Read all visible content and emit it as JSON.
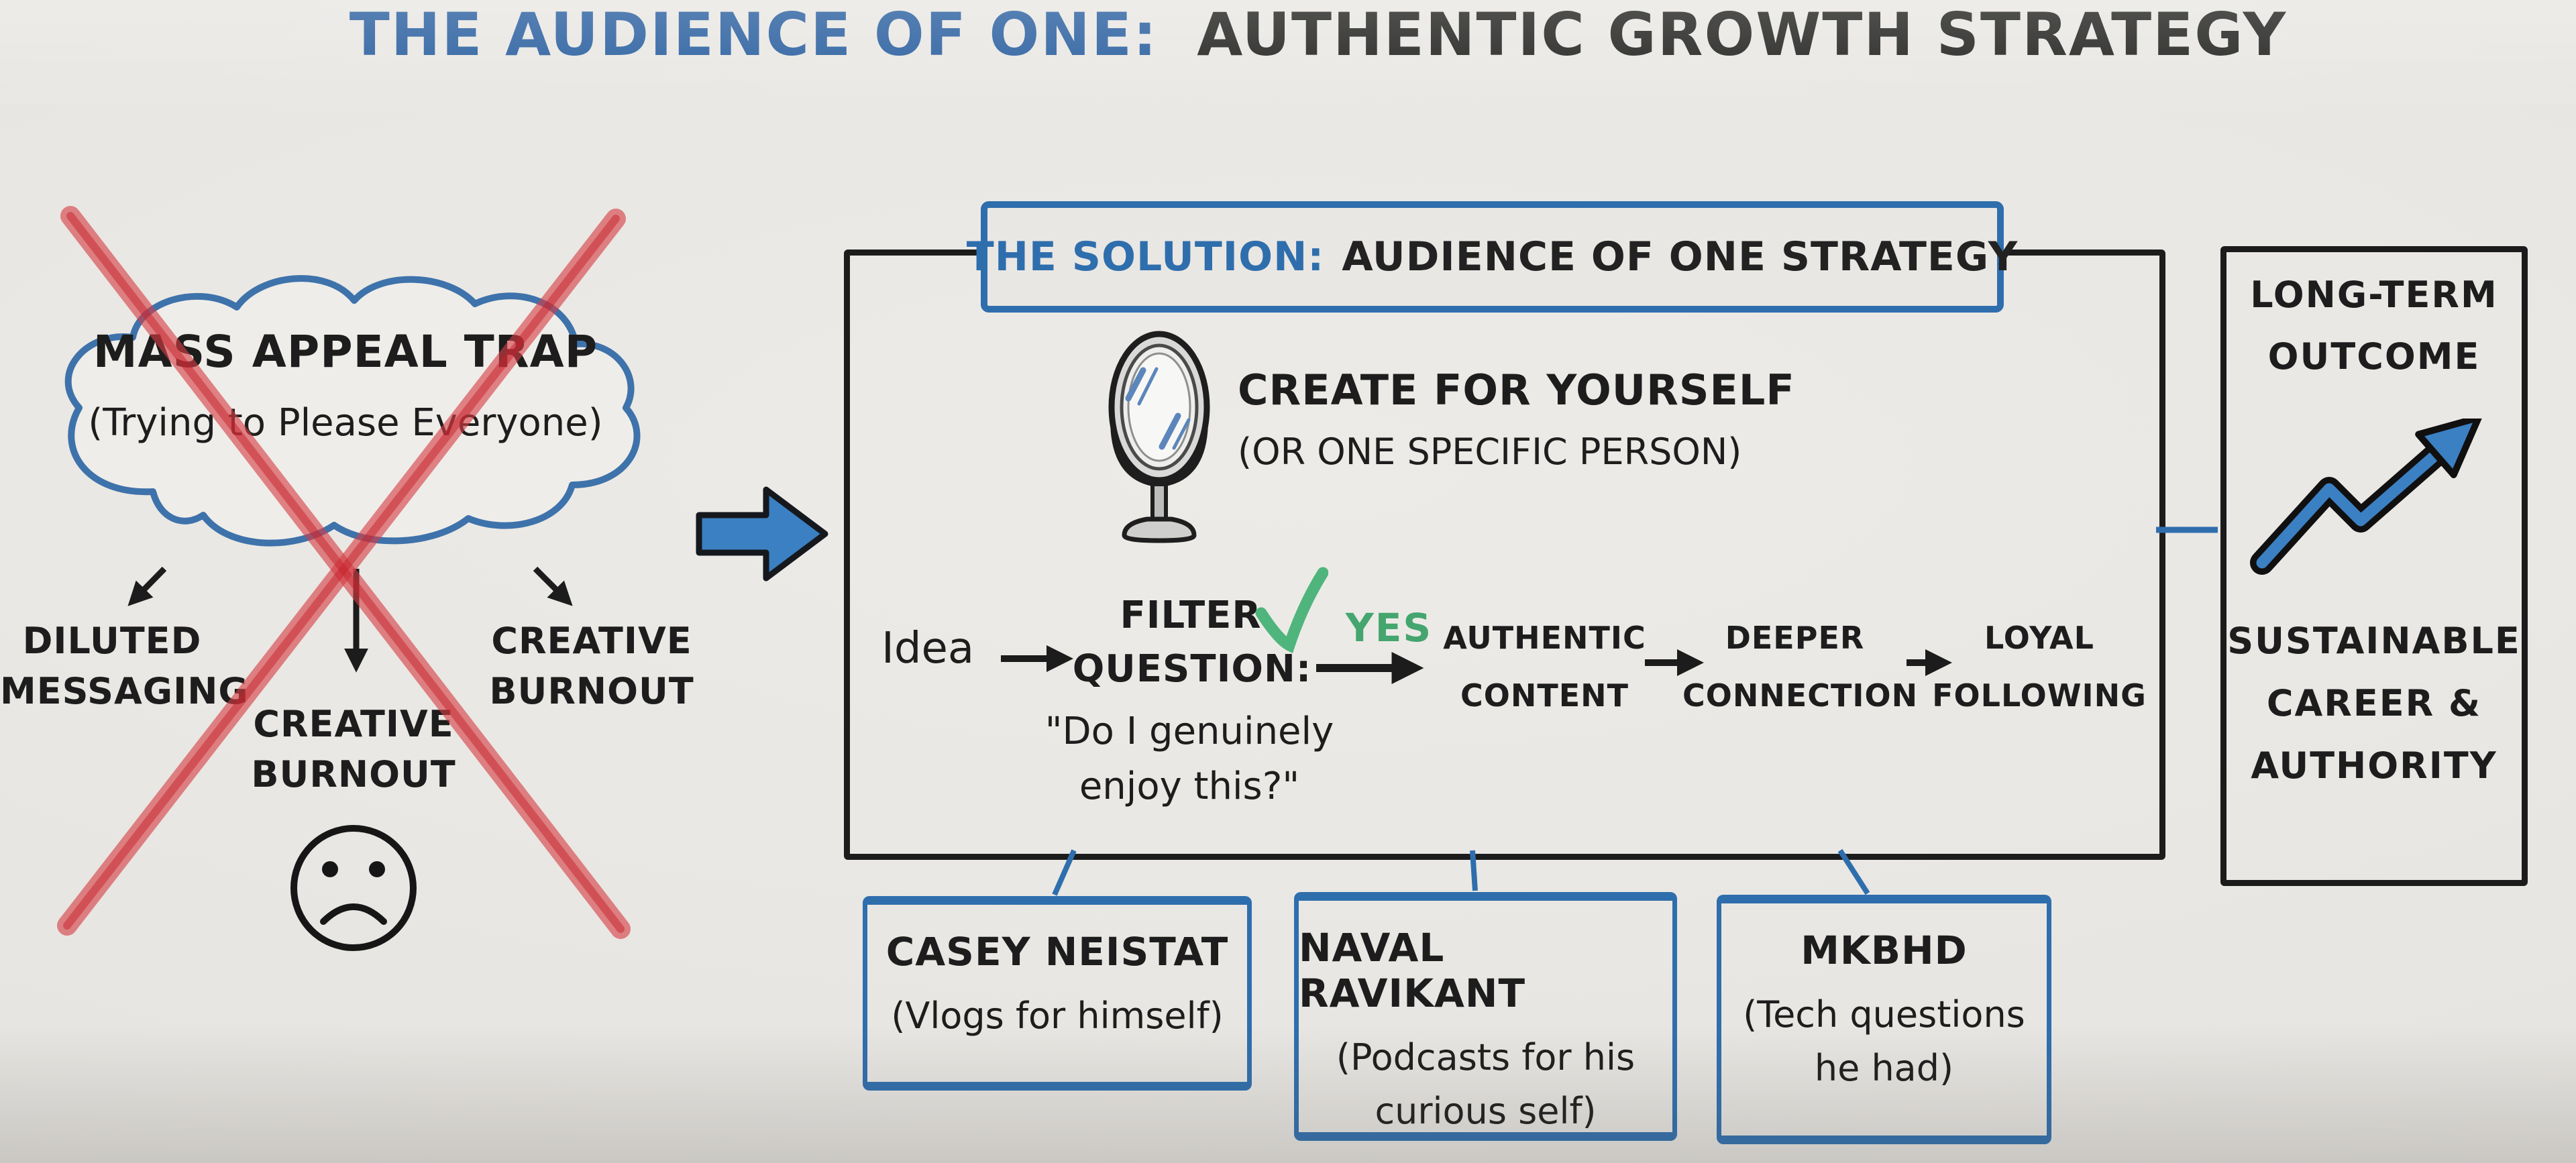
{
  "title": {
    "primary": "THE AUDIENCE OF ONE:",
    "secondary": "AUTHENTIC GROWTH STRATEGY"
  },
  "colors": {
    "marker_blue": "#2f6ead",
    "marker_dark": "#1c1c1c",
    "marker_red": "#d2383e",
    "marker_green": "#4fb57c",
    "arrow_fill_blue": "#3b80c2",
    "board_background": "#e8e6e2"
  },
  "mass_appeal": {
    "cloud_title": "MASS APPEAL TRAP",
    "cloud_subtitle": "(Trying to Please Everyone)",
    "consequence_left": [
      "DILUTED",
      "MESSAGING"
    ],
    "consequence_mid": [
      "CREATIVE",
      "BURNOUT"
    ],
    "consequence_right": [
      "CREATIVE",
      "BURNOUT"
    ]
  },
  "solution": {
    "header": {
      "highlight": "THE SOLUTION:",
      "rest": "AUDIENCE OF ONE STRATEGY"
    },
    "create": [
      "CREATE FOR YOURSELF",
      "(OR ONE SPECIFIC PERSON)"
    ],
    "flow": {
      "idea": "Idea",
      "filter": [
        "FILTER",
        "QUESTION:"
      ],
      "filter_quote": [
        "\"Do I genuinely",
        "enjoy this?\""
      ],
      "yes": "YES",
      "steps": [
        [
          "AUTHENTIC",
          "CONTENT"
        ],
        [
          "DEEPER",
          "CONNECTION"
        ],
        [
          "LOYAL",
          "FOLLOWING"
        ]
      ]
    }
  },
  "examples": [
    {
      "name": "CASEY NEISTAT",
      "desc": [
        "(Vlogs for himself)"
      ]
    },
    {
      "name": "NAVAL RAVIKANT",
      "desc": [
        "(Podcasts for his",
        "curious self)"
      ]
    },
    {
      "name": "MKBHD",
      "desc": [
        "(Tech questions",
        "he had)"
      ]
    }
  ],
  "outcome": {
    "title": [
      "LONG-TERM",
      "OUTCOME"
    ],
    "result": [
      "SUSTAINABLE",
      "CAREER &",
      "AUTHORITY"
    ]
  },
  "icons": {
    "mirror": "mirror-icon",
    "check": "check-icon",
    "sad_face": "sad-face-icon",
    "red_x": "red-x-icon",
    "block_arrow": "block-arrow-icon",
    "growth": "growth-arrow-icon"
  }
}
